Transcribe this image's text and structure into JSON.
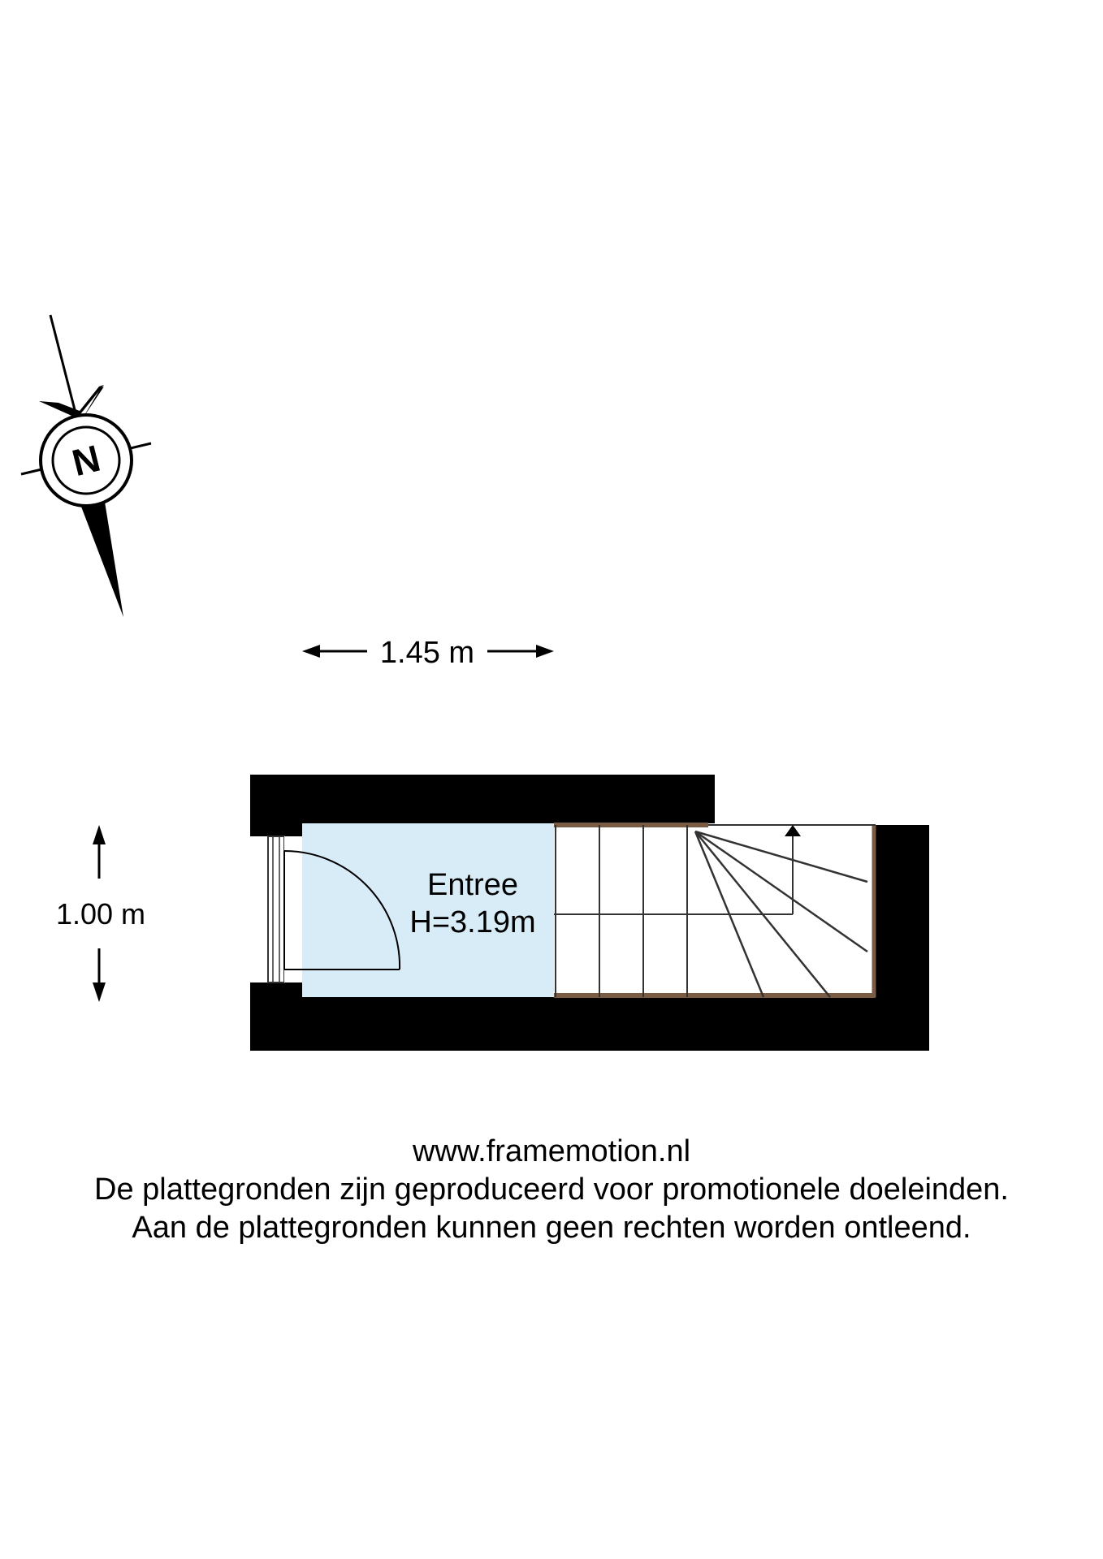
{
  "compass": {
    "label": "N",
    "icon": "north-arrow-icon"
  },
  "dimensions": {
    "width_label": "1.45 m",
    "height_label": "1.00 m"
  },
  "room": {
    "name": "Entree",
    "height": "H=3.19m",
    "fill_color": "#d8ecf8"
  },
  "colors": {
    "wall": "#000000",
    "stair_frame": "#7a5c45"
  },
  "footer": {
    "website": "www.framemotion.nl",
    "line1": "De plattegronden zijn geproduceerd voor promotionele doeleinden.",
    "line2": "Aan de plattegronden kunnen geen rechten worden ontleend."
  }
}
